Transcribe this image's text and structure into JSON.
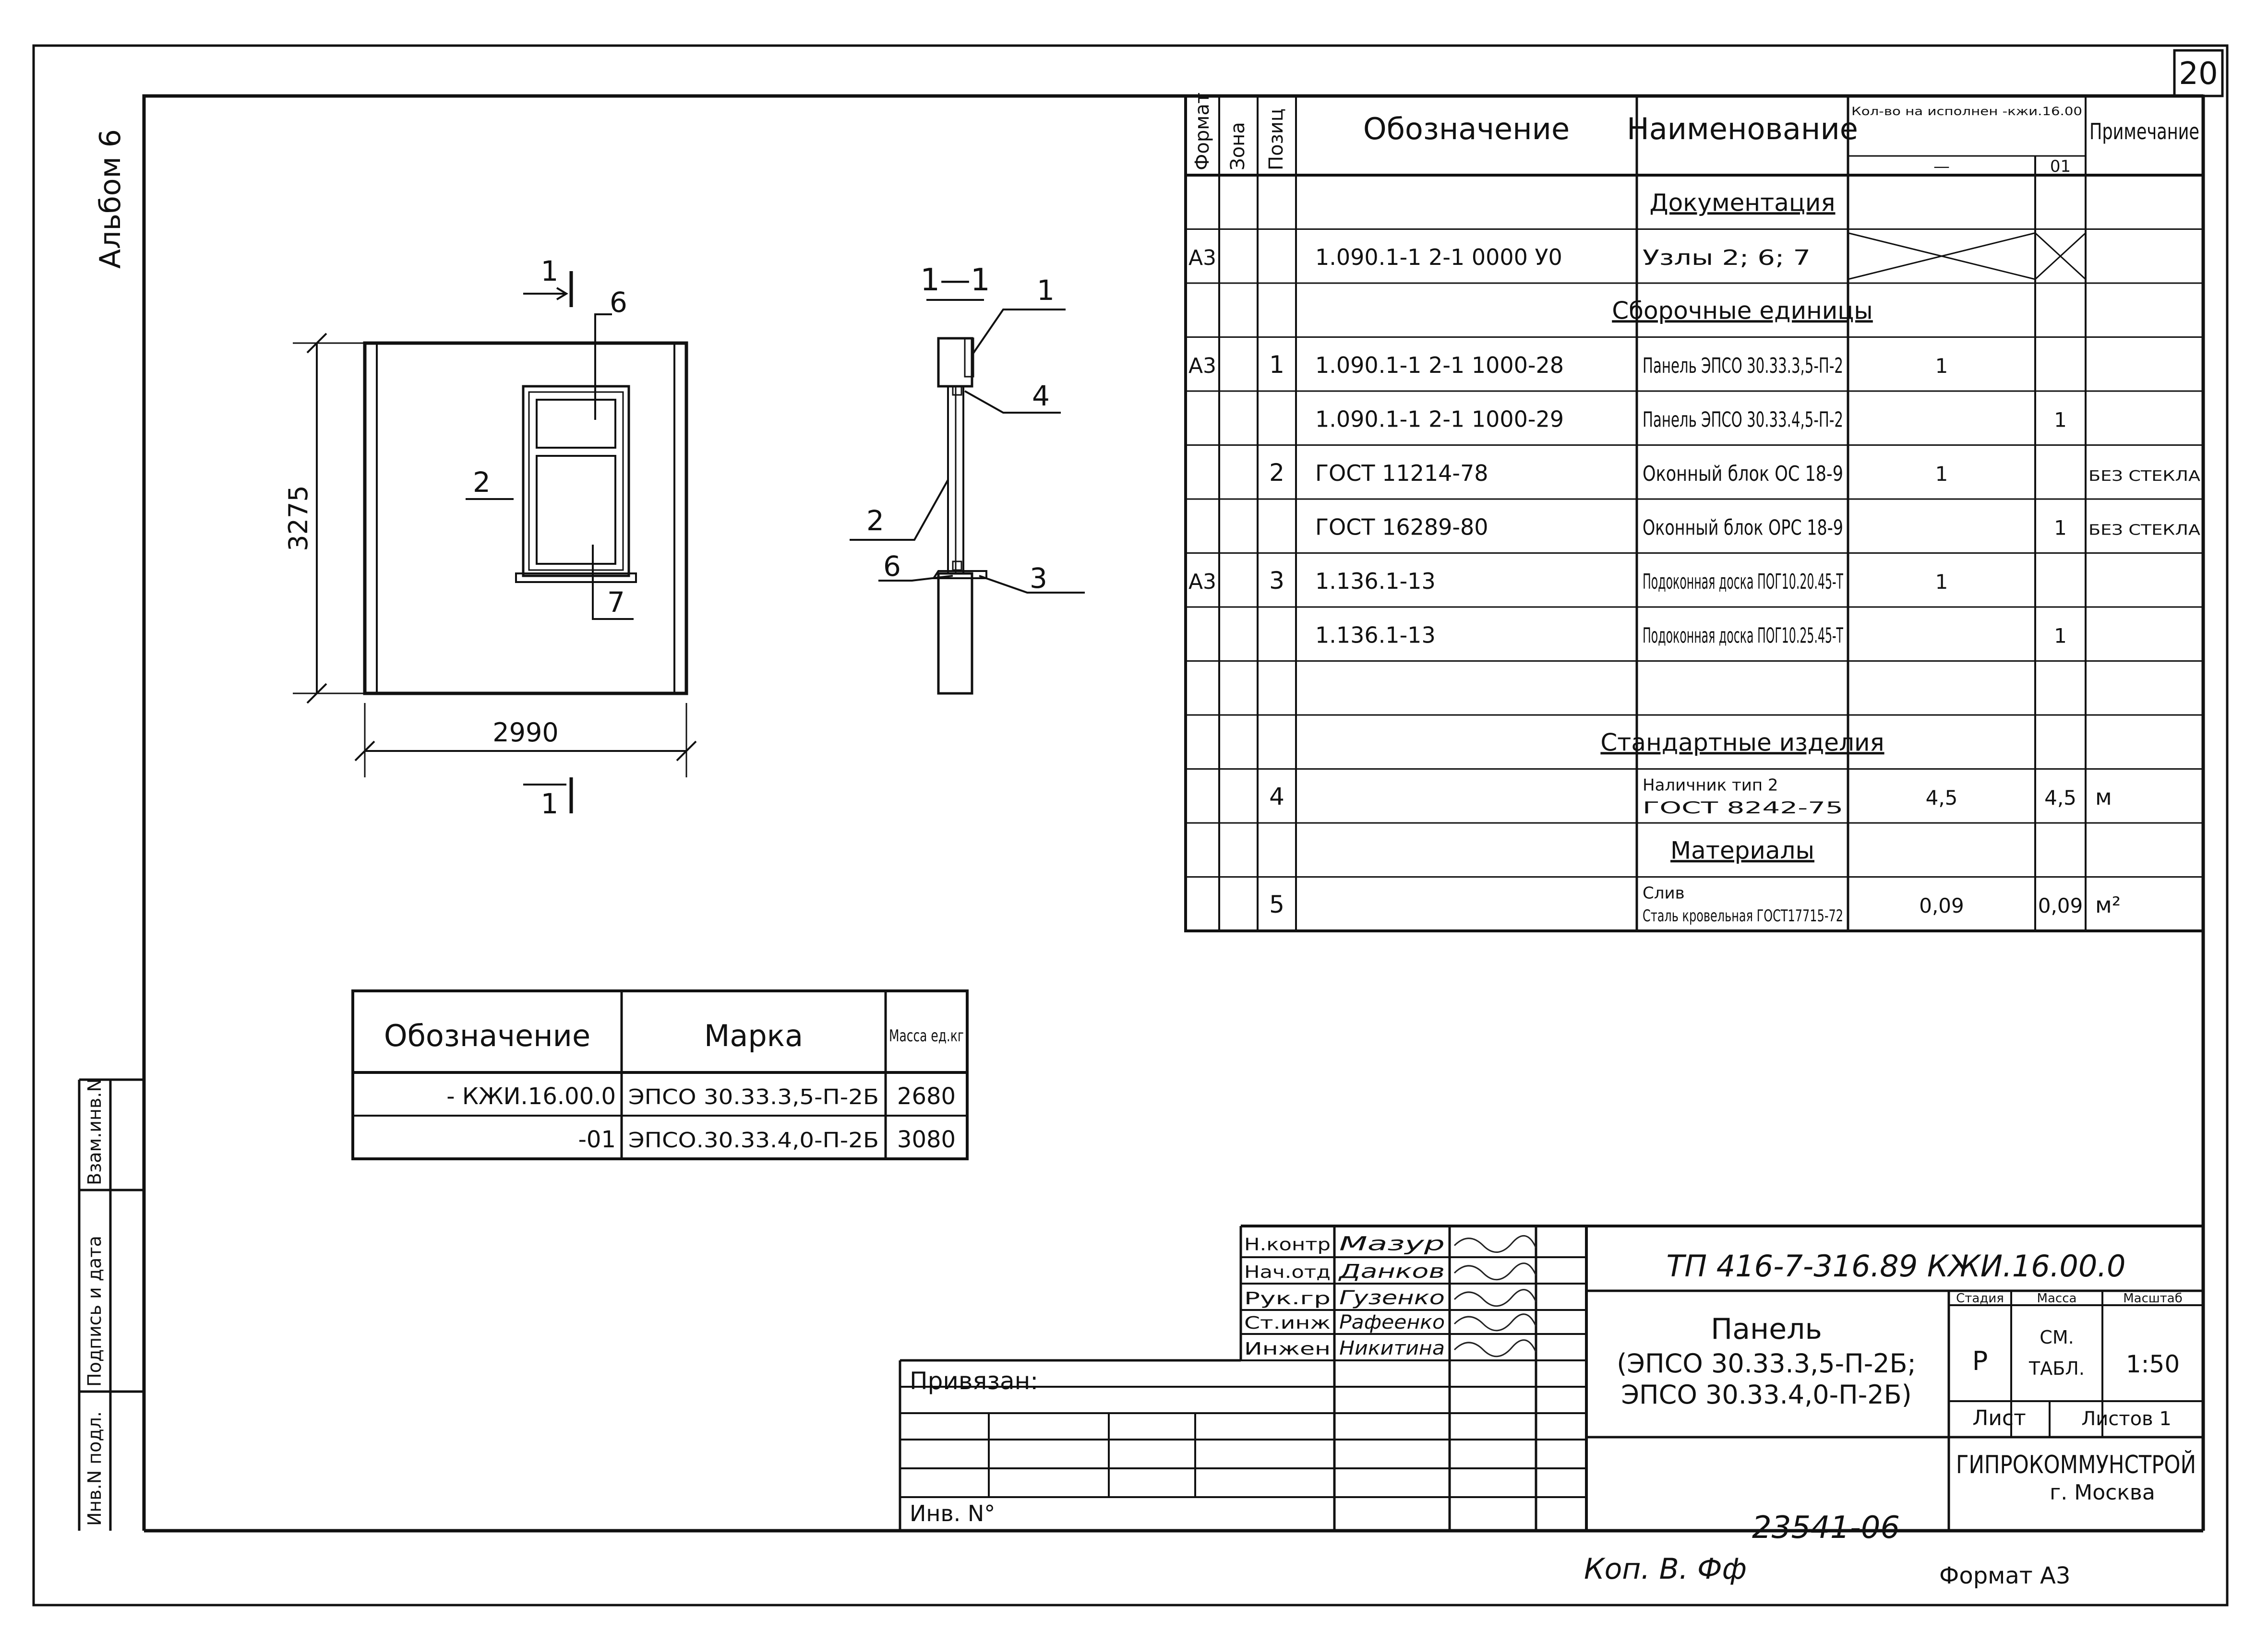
{
  "sheet_number": "20",
  "album_label": "Альбом 6",
  "drawing": {
    "section_mark": "1",
    "section_title": "1—1",
    "dim_height": "3275",
    "dim_width": "2990",
    "callouts_front": [
      "6",
      "2",
      "7"
    ],
    "callouts_section": [
      "1",
      "4",
      "2",
      "6",
      "3"
    ]
  },
  "spec": {
    "headers": {
      "format": "Формат",
      "zone": "Зона",
      "pos": "Позиц",
      "designation": "Обозначение",
      "name": "Наименование",
      "qty": "Кол-во на исполнен -кжи.16.00",
      "qty_a": "—",
      "qty_b": "01",
      "note": "Примечание"
    },
    "rows": [
      {
        "format": "",
        "pos": "",
        "designation": "",
        "name": "Документация",
        "section": true,
        "qa": "",
        "qb": "",
        "note": ""
      },
      {
        "format": "А3",
        "pos": "",
        "designation": "1.090.1-1 2-1 0000 У0",
        "name": "Узлы   2; 6; 7",
        "cross": true,
        "qa": "",
        "qb": "",
        "note": ""
      },
      {
        "format": "",
        "pos": "",
        "designation": "",
        "name": "Сборочные единицы",
        "section": true,
        "qa": "",
        "qb": "",
        "note": ""
      },
      {
        "format": "А3",
        "pos": "1",
        "designation": "1.090.1-1 2-1 1000-28",
        "name": "Панель ЭПСО 30.33.3,5-П-2",
        "qa": "1",
        "qb": "",
        "note": ""
      },
      {
        "format": "",
        "pos": "",
        "designation": "1.090.1-1 2-1 1000-29",
        "name": "Панель ЭПСО 30.33.4,5-П-2",
        "qa": "",
        "qb": "1",
        "note": ""
      },
      {
        "format": "",
        "pos": "2",
        "designation": "ГОСТ 11214-78",
        "name": "Оконный блок ОС 18-9",
        "qa": "1",
        "qb": "",
        "note": "БЕЗ СТЕКЛА"
      },
      {
        "format": "",
        "pos": "",
        "designation": "ГОСТ 16289-80",
        "name": "Оконный блок ОРС 18-9",
        "qa": "",
        "qb": "1",
        "note": "БЕЗ СТЕКЛА"
      },
      {
        "format": "А3",
        "pos": "3",
        "designation": "1.136.1-13",
        "name": "Подоконная доска ПОГ10.20.45-Т",
        "qa": "1",
        "qb": "",
        "note": ""
      },
      {
        "format": "",
        "pos": "",
        "designation": "1.136.1-13",
        "name": "Подоконная доска ПОГ10.25.45-Т",
        "qa": "",
        "qb": "1",
        "note": ""
      },
      {
        "format": "",
        "pos": "",
        "designation": "",
        "name": "",
        "qa": "",
        "qb": "",
        "note": ""
      },
      {
        "format": "",
        "pos": "",
        "designation": "",
        "name": "Стандартные изделия",
        "section": true,
        "qa": "",
        "qb": "",
        "note": ""
      },
      {
        "format": "",
        "pos": "4",
        "designation": "",
        "name": "Наличник  тип 2",
        "name2": "ГОСТ 8242-75",
        "qa": "4,5",
        "qb": "4,5",
        "note": "м"
      },
      {
        "format": "",
        "pos": "",
        "designation": "",
        "name": "Материалы",
        "section": true,
        "qa": "",
        "qb": "",
        "note": ""
      },
      {
        "format": "",
        "pos": "5",
        "designation": "",
        "name": "Слив",
        "name2": "Сталь кровельная ГОСТ17715-72",
        "qa": "0,09",
        "qb": "0,09",
        "note": "м²"
      }
    ]
  },
  "mass_table": {
    "headers": {
      "designation": "Обозначение",
      "mark": "Марка",
      "mass": "Масса ед.кг"
    },
    "rows": [
      {
        "designation": "- КЖИ.16.00.0",
        "mark": "ЭПСО 30.33.3,5-П-2Б",
        "mass": "2680"
      },
      {
        "designation": "-01",
        "mark": "ЭПСО.30.33.4,0-П-2Б",
        "mass": "3080"
      }
    ]
  },
  "side_stamp": [
    "Инв.N подл.",
    "Подпись и дата",
    "Взам.инв.N"
  ],
  "title_block": {
    "signers": [
      {
        "role": "Н.контр",
        "name": "Мазур"
      },
      {
        "role": "Нач.отд",
        "name": "Данков"
      },
      {
        "role": "Рук.гр",
        "name": "Гузенко"
      },
      {
        "role": "Ст.инж",
        "name": "Рафеенко"
      },
      {
        "role": "Инжен",
        "name": "Никитина"
      }
    ],
    "doc_code": "ТП 416-7-316.89 КЖИ.16.00.0",
    "title_1": "Панель",
    "title_2": "(ЭПСО 30.33.3,5-П-2Б;",
    "title_3": "ЭПСО 30.33.4,0-П-2Б)",
    "stage_label": "Стадия",
    "mass_label": "Масса",
    "scale_label": "Масштаб",
    "stage": "Р",
    "mass_1": "СМ.",
    "mass_2": "ТАБЛ.",
    "scale": "1:50",
    "sheet_label": "Лист",
    "sheets_label": "Листов 1",
    "org": "ГИПРОКОММУНСТРОЙ",
    "city": "г. Москва",
    "linked": "Привязан:",
    "inv": "Инв. N°"
  },
  "footer": {
    "number": "23541-06",
    "copied": "Коп. В. Фф",
    "format": "Формат А3"
  }
}
